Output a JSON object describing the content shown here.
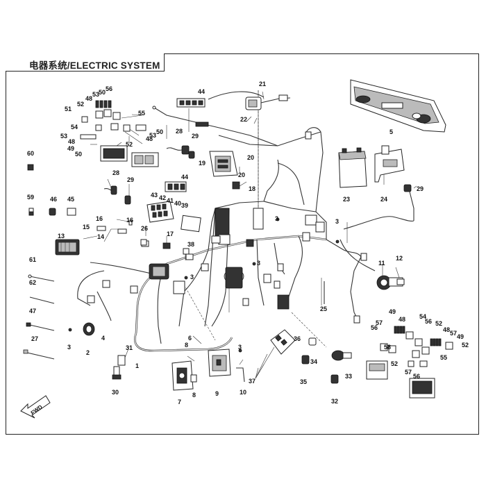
{
  "title": "电器系统/ELECTRIC SYSTEM",
  "direction_label": "FWD",
  "callouts": {
    "c1": "1",
    "c2": "2",
    "c3": "3",
    "c4": "4",
    "c5": "5",
    "c6": "6",
    "c7": "7",
    "c8": "8",
    "c9": "9",
    "c10": "10",
    "c11": "11",
    "c12": "12",
    "c13": "13",
    "c14": "14",
    "c15": "15",
    "c16": "16",
    "c17": "17",
    "c18": "18",
    "c19": "19",
    "c20": "20",
    "c21": "21",
    "c22": "22",
    "c23": "23",
    "c24": "24",
    "c25": "25",
    "c26": "26",
    "c27": "27",
    "c28": "28",
    "c29": "29",
    "c30": "30",
    "c31": "31",
    "c32": "32",
    "c33": "33",
    "c34": "34",
    "c35": "35",
    "c36": "36",
    "c37": "37",
    "c38": "38",
    "c39": "39",
    "c40": "40",
    "c41": "41",
    "c42": "42",
    "c43": "43",
    "c44": "44",
    "c45": "45",
    "c46": "46",
    "c47": "47",
    "c48": "48",
    "c49": "49",
    "c50": "50",
    "c51": "51",
    "c52": "52",
    "c53": "53",
    "c54": "54",
    "c55": "55",
    "c56": "56",
    "c57": "57",
    "c58": "58",
    "c59": "59",
    "c60": "60",
    "c61": "61",
    "c62": "62"
  }
}
